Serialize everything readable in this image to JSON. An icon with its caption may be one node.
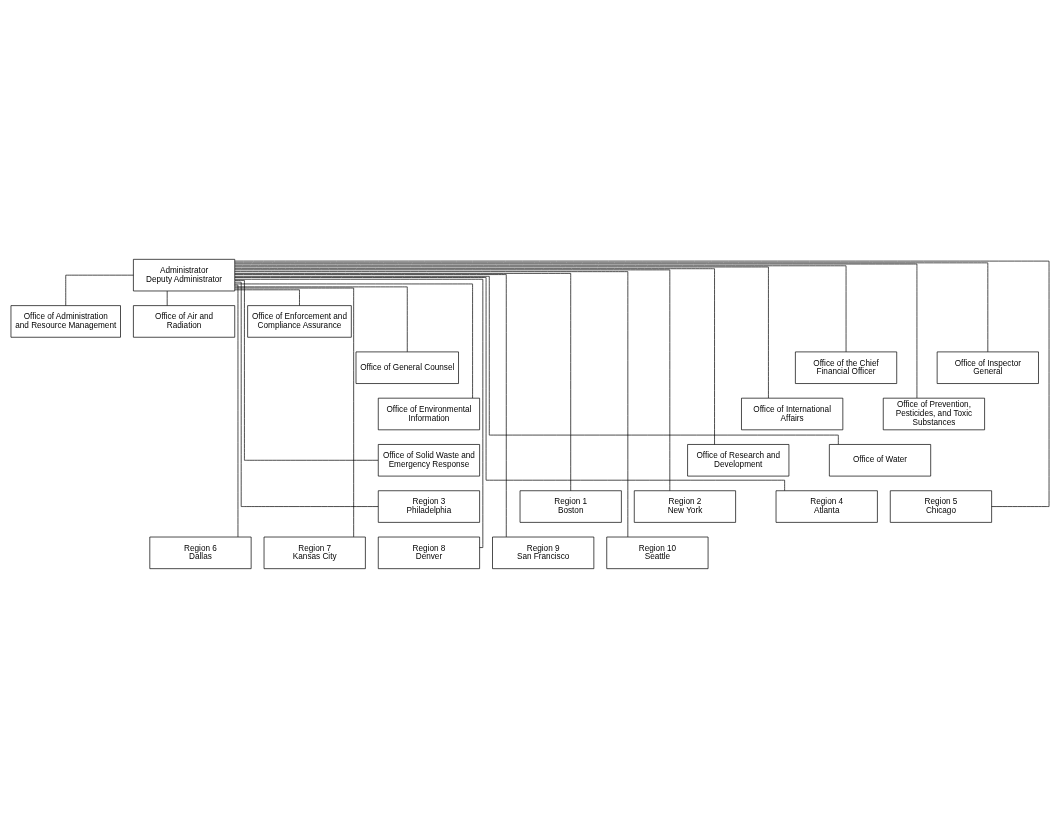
{
  "diagram": {
    "nodes": [
      {
        "text": [
          "Administrator",
          "Deputy Administrator"
        ]
      },
      {
        "text": [
          "Office of Administration and Resource Management"
        ]
      },
      {
        "text": [
          "Office of Air and Radiation"
        ]
      },
      {
        "text": [
          "Office of Enforcement and Compliance Assurance"
        ]
      },
      {
        "text": [
          "Office of the Chief Financial Officer"
        ]
      },
      {
        "text": [
          "Office of General Counsel"
        ]
      },
      {
        "text": [
          "Office of Inspector General"
        ]
      },
      {
        "text": [
          "Office of International Affairs"
        ]
      },
      {
        "text": [
          "Office of Environmental Information"
        ]
      },
      {
        "text": [
          "Office of Prevention, Pesticides, and Toxic Substances"
        ]
      },
      {
        "text": [
          "Office of Research and Development"
        ]
      },
      {
        "text": [
          "Office of Solid Waste and Emergency Response"
        ]
      },
      {
        "text": [
          "Office of Water"
        ]
      },
      {
        "text": [
          "Region 1",
          "Boston"
        ]
      },
      {
        "text": [
          "Region 2",
          "New York"
        ]
      },
      {
        "text": [
          "Region 3",
          "Philadelphia"
        ]
      },
      {
        "text": [
          "Region 4",
          "Atlanta"
        ]
      },
      {
        "text": [
          "Region 5",
          "Chicago"
        ]
      },
      {
        "text": [
          "Region 6",
          "Dallas"
        ]
      },
      {
        "text": [
          "Region 7",
          "Kansas City"
        ]
      },
      {
        "text": [
          "Region 8",
          "Denver"
        ]
      },
      {
        "text": [
          "Region 9",
          "San Francisco"
        ]
      },
      {
        "text": [
          "Region 10",
          "Seattle"
        ]
      }
    ],
    "edges": [
      {
        "from": 0,
        "to": 1,
        "arrow": "none"
      },
      {
        "from": 0,
        "to": 2,
        "arrow": "none"
      },
      {
        "from": 0,
        "to": 3,
        "arrow": "none"
      },
      {
        "from": 0,
        "to": 4,
        "arrow": "none"
      },
      {
        "from": 0,
        "to": 5,
        "arrow": "none"
      },
      {
        "from": 0,
        "to": 6,
        "arrow": "none"
      },
      {
        "from": 0,
        "to": 7,
        "arrow": "none"
      },
      {
        "from": 0,
        "to": 8,
        "arrow": "none"
      },
      {
        "from": 0,
        "to": 9,
        "arrow": "none"
      },
      {
        "from": 0,
        "to": 10,
        "arrow": "none"
      },
      {
        "from": 0,
        "to": 11,
        "arrow": "none"
      },
      {
        "from": 0,
        "to": 12,
        "arrow": "none"
      },
      {
        "from": 0,
        "to": 13,
        "arrow": "none"
      },
      {
        "from": 0,
        "to": 14,
        "arrow": "none"
      },
      {
        "from": 0,
        "to": 15,
        "arrow": "none"
      },
      {
        "from": 0,
        "to": 16,
        "arrow": "none"
      },
      {
        "from": 0,
        "to": 17,
        "arrow": "none"
      },
      {
        "from": 0,
        "to": 18,
        "arrow": "none"
      },
      {
        "from": 0,
        "to": 19,
        "arrow": "none"
      },
      {
        "from": 0,
        "to": 20,
        "arrow": "none"
      },
      {
        "from": 0,
        "to": 21,
        "arrow": "none"
      },
      {
        "from": 0,
        "to": 22,
        "arrow": "none"
      }
    ]
  }
}
